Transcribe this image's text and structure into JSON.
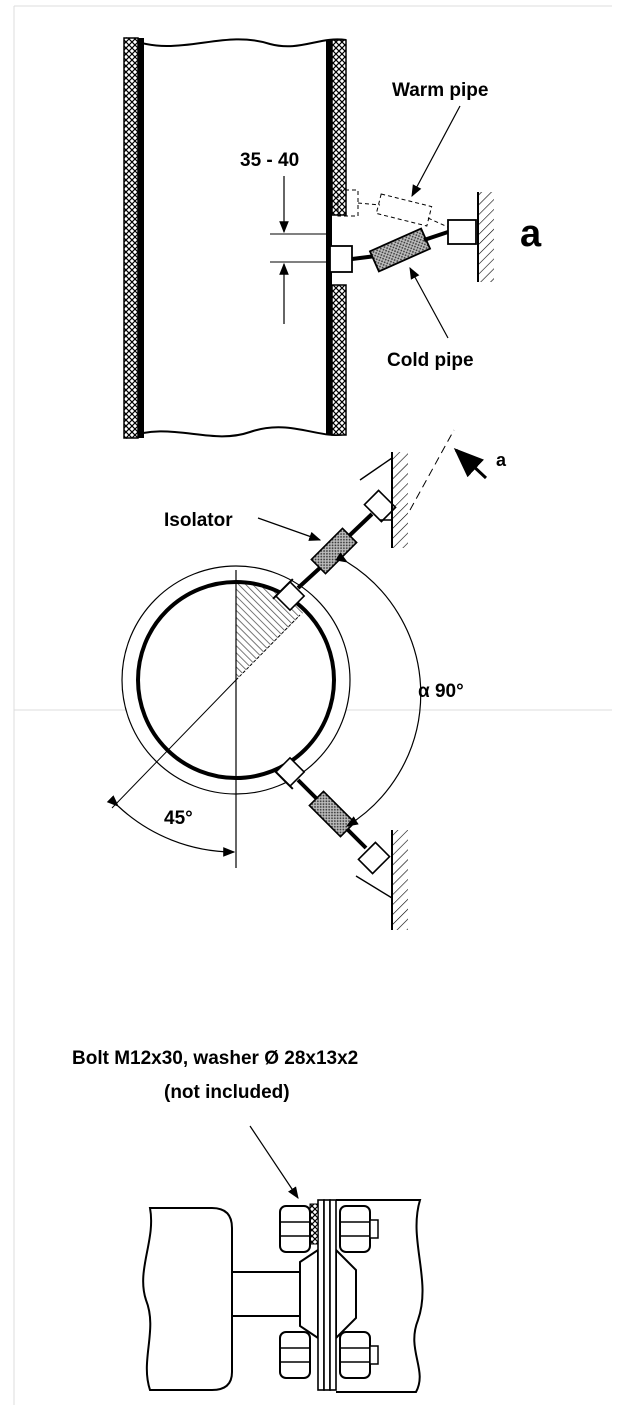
{
  "colors": {
    "ink": "#000000",
    "isolator_fill": "#9a9a9a",
    "sector_hatch": "#6e6e6e",
    "frame": "#dcdcdc"
  },
  "figure_a": {
    "dimension_label": "35 - 40",
    "warm_pipe_label": "Warm pipe",
    "cold_pipe_label": "Cold pipe",
    "view_letter": "a"
  },
  "figure_b": {
    "isolator_label": "Isolator",
    "alpha_label": "α 90°",
    "angle_label": "45°",
    "view_arrow_label": "a"
  },
  "figure_c": {
    "bolt_label_line1": "Bolt M12x30, washer Ø 28x13x2",
    "bolt_label_line2": "(not included)"
  }
}
